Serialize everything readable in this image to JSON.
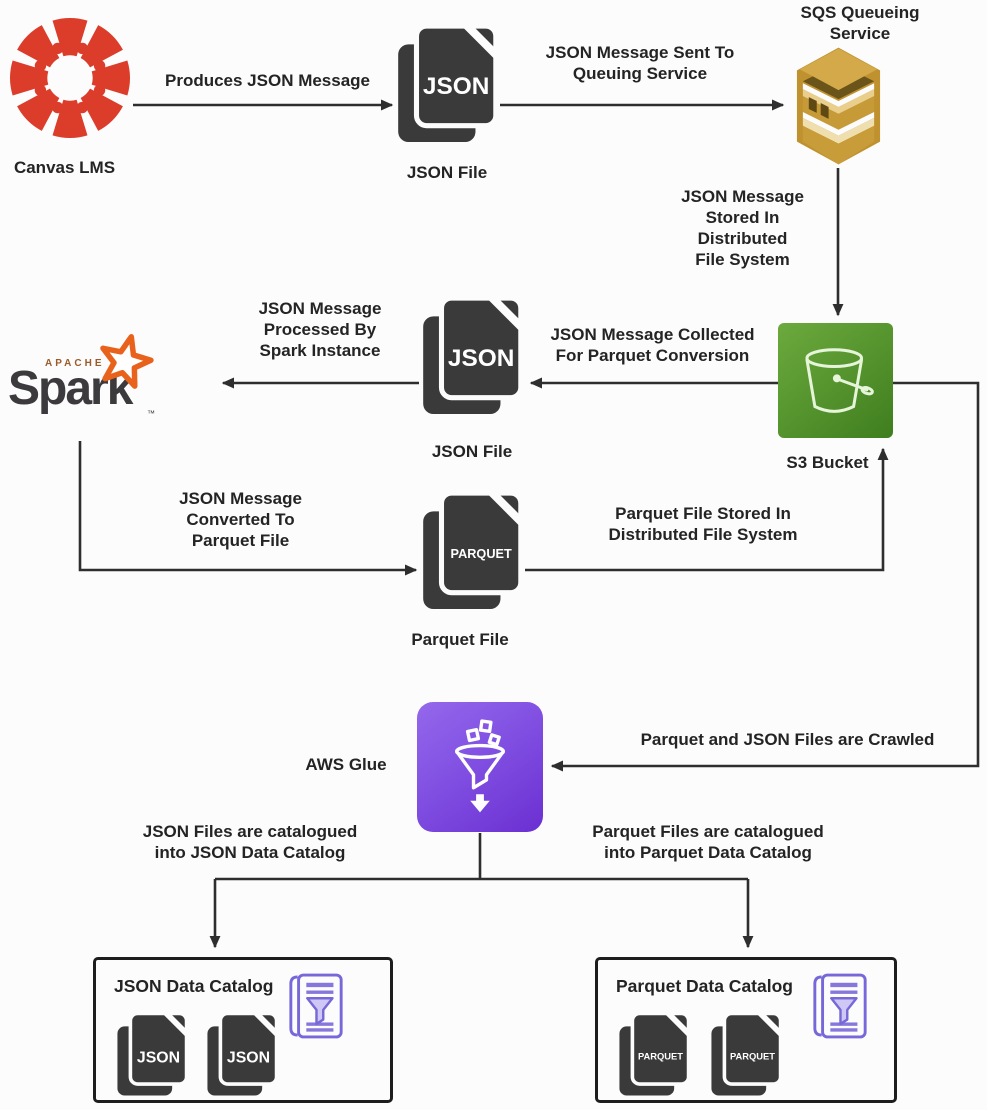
{
  "diagram": {
    "nodes": {
      "canvas": {
        "label": "Canvas LMS"
      },
      "jsonFile1": {
        "badge": "JSON",
        "label": "JSON File"
      },
      "sqs": {
        "label": "SQS Queueing\nService"
      },
      "s3": {
        "label": "S3 Bucket"
      },
      "jsonFile2": {
        "badge": "JSON",
        "label": "JSON File"
      },
      "spark": {
        "brand": "APACHE",
        "word": "Spark",
        "tm": "™"
      },
      "parquetFile": {
        "badge": "PARQUET",
        "label": "Parquet File"
      },
      "glue": {
        "label": "AWS Glue"
      },
      "jsonCatalog": {
        "title": "JSON Data Catalog",
        "file1": "JSON",
        "file2": "JSON"
      },
      "parquetCatalog": {
        "title": "Parquet Data Catalog",
        "file1": "PARQUET",
        "file2": "PARQUET"
      }
    },
    "edges": {
      "produces": "Produces JSON Message",
      "sentToQueue": "JSON Message Sent To\nQueuing Service",
      "storedIn": "JSON Message\nStored In\nDistributed\nFile System",
      "collected": "JSON Message Collected\nFor Parquet Conversion",
      "processed": "JSON Message\nProcessed By\nSpark Instance",
      "converted": "JSON Message\nConverted To\nParquet File",
      "parquetStored": "Parquet File Stored In\nDistributed File System",
      "crawled": "Parquet and JSON Files are Crawled",
      "jsonCatalogued": "JSON Files are catalogued\ninto JSON Data Catalog",
      "parquetCatalogued": "Parquet Files are catalogued\ninto Parquet Data Catalog"
    },
    "colors": {
      "canvas_red": "#DC3C2A",
      "sqs_gold": "#C79A38",
      "s3_green": "#4E8F2C",
      "glue_purple": "#7B3DE0",
      "catalog_purple": "#7668D8",
      "file_dark": "#3A3A3A",
      "line": "#2E2E2E",
      "background": "#FCFCFC"
    }
  }
}
